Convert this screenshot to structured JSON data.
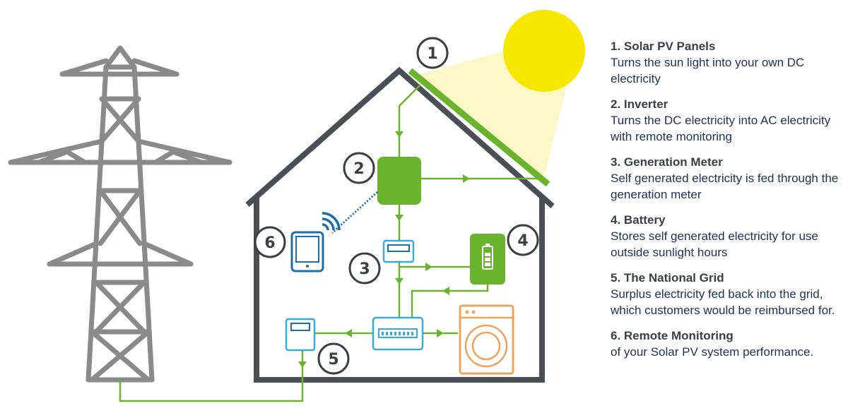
{
  "colors": {
    "green": "#6ab42d",
    "grey": "#8a8a8a",
    "dark": "#4a4f55",
    "sun": "#f6e600",
    "sun_beam": "#fbf8c8",
    "blue": "#1f6ea8",
    "light_blue": "#35a9e0",
    "orange": "#f0a15a"
  },
  "badges": {
    "b1": "1",
    "b2": "2",
    "b3": "3",
    "b4": "4",
    "b5": "5",
    "b6": "6"
  },
  "legend": [
    {
      "title": "1. Solar PV Panels",
      "desc": "Turns the sun light into your own DC electricity"
    },
    {
      "title": "2. Inverter",
      "desc": "Turns the DC electricity into AC electricity with remote monitoring"
    },
    {
      "title": "3. Generation Meter",
      "desc": "Self generated electricity is fed through the generation meter"
    },
    {
      "title": "4. Battery",
      "desc": "Stores self generated electricity for use outside sunlight hours"
    },
    {
      "title": "5. The National Grid",
      "desc": "Surplus electricity fed back into the grid, which customers would be reimbursed for."
    },
    {
      "title": "6. Remote Monitoring",
      "desc": "of your Solar PV system performance."
    }
  ]
}
